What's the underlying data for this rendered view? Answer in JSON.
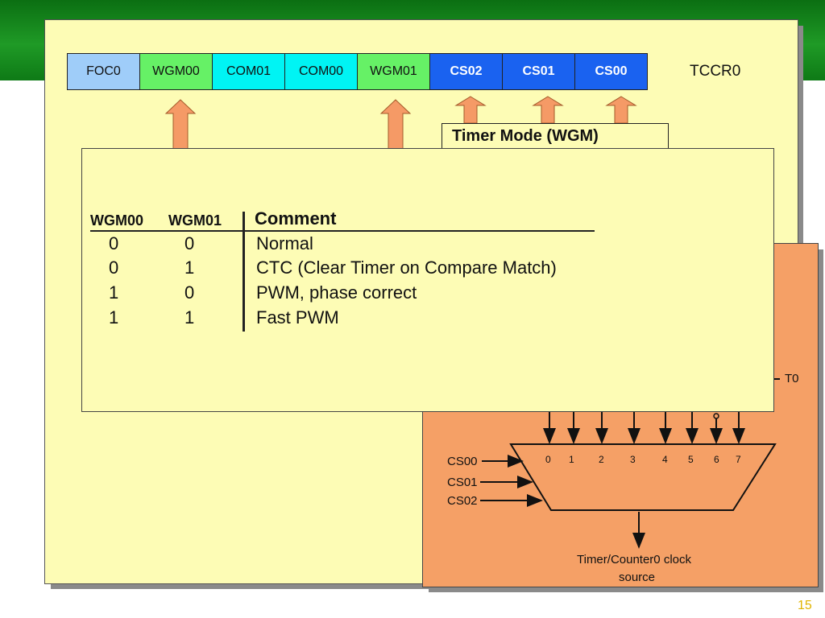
{
  "register": {
    "name": "TCCR0",
    "bits": [
      {
        "label": "FOC0",
        "color": "#9fcdf9"
      },
      {
        "label": "WGM00",
        "color": "#66f166"
      },
      {
        "label": "COM01",
        "color": "#00f4f4"
      },
      {
        "label": "COM00",
        "color": "#00f4f4"
      },
      {
        "label": "WGM01",
        "color": "#66f166"
      },
      {
        "label": "CS02",
        "color": "#1a62f0"
      },
      {
        "label": "CS01",
        "color": "#1a62f0"
      },
      {
        "label": "CS00",
        "color": "#1a62f0"
      }
    ]
  },
  "timer_mode_label": "Timer Mode (WGM)",
  "table": {
    "headers": [
      "WGM00",
      "WGM01",
      "Comment"
    ],
    "rows": [
      {
        "wgm00": "0",
        "wgm01": "0",
        "comment": "Normal"
      },
      {
        "wgm00": "0",
        "wgm01": "1",
        "comment": "CTC (Clear Timer on Compare Match)"
      },
      {
        "wgm00": "1",
        "wgm01": "0",
        "comment": "PWM, phase correct"
      },
      {
        "wgm00": "1",
        "wgm01": "1",
        "comment": "Fast PWM"
      }
    ]
  },
  "clock_diagram": {
    "t0_label": "T0",
    "select_inputs": [
      "CS00",
      "CS01",
      "CS02"
    ],
    "mux_inputs": [
      "0",
      "1",
      "2",
      "3",
      "4",
      "5",
      "6",
      "7"
    ],
    "output_label_line1": "Timer/Counter0 clock",
    "output_label_line2": "source"
  },
  "colors": {
    "green_band": "#1f9a26",
    "panel_yellow": "#fdfcb5",
    "arrow_orange": "#f59a66",
    "clock_panel": "#f5a066"
  },
  "page_number": "15"
}
